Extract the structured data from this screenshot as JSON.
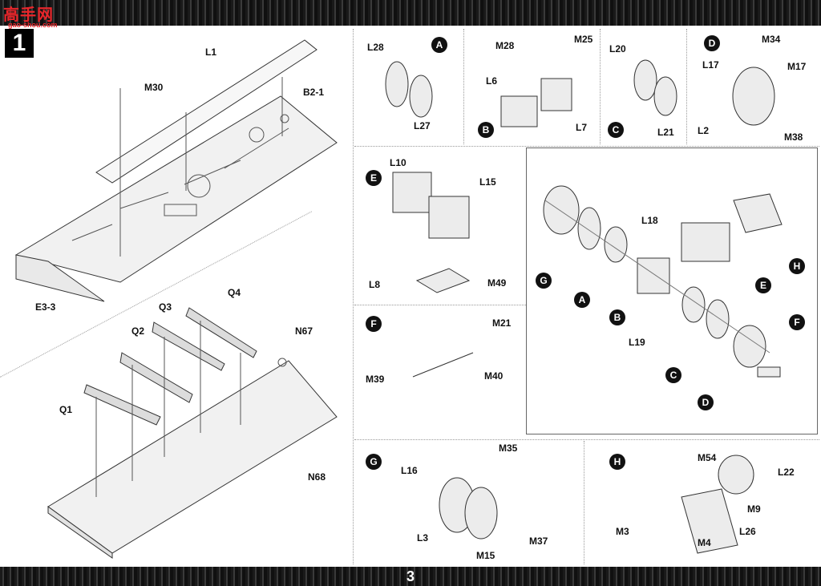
{
  "logo": {
    "main": "高手网",
    "sub": "gao-shou.com"
  },
  "step": "1",
  "page_number": "3",
  "main_parts": {
    "L1": "L1",
    "M30": "M30",
    "B2_1": "B2-1",
    "E3_3": "E3-3",
    "Q1": "Q1",
    "Q2": "Q2",
    "Q3": "Q3",
    "Q4": "Q4",
    "N67": "N67",
    "N68": "N68"
  },
  "subassemblies": {
    "A": {
      "badge": "A",
      "parts": [
        "L28",
        "L27"
      ]
    },
    "B": {
      "badge": "B",
      "parts": [
        "M28",
        "M25",
        "L6",
        "L7"
      ]
    },
    "C": {
      "badge": "C",
      "parts": [
        "L20",
        "L21"
      ]
    },
    "D": {
      "badge": "D",
      "parts": [
        "M34",
        "L17",
        "M17",
        "L2",
        "M38"
      ]
    },
    "E": {
      "badge": "E",
      "parts": [
        "L10",
        "L15",
        "L8",
        "M49"
      ]
    },
    "F": {
      "badge": "F",
      "parts": [
        "M21",
        "M39",
        "M40"
      ]
    },
    "G": {
      "badge": "G",
      "parts": [
        "M35",
        "L16",
        "L3",
        "M15",
        "M37"
      ]
    },
    "H": {
      "badge": "H",
      "parts": [
        "M54",
        "L22",
        "M9",
        "L26",
        "M3",
        "M4"
      ]
    }
  },
  "combined": {
    "badges": [
      "G",
      "A",
      "B",
      "C",
      "D",
      "H",
      "E",
      "F"
    ],
    "parts": [
      "L18",
      "L19"
    ]
  }
}
